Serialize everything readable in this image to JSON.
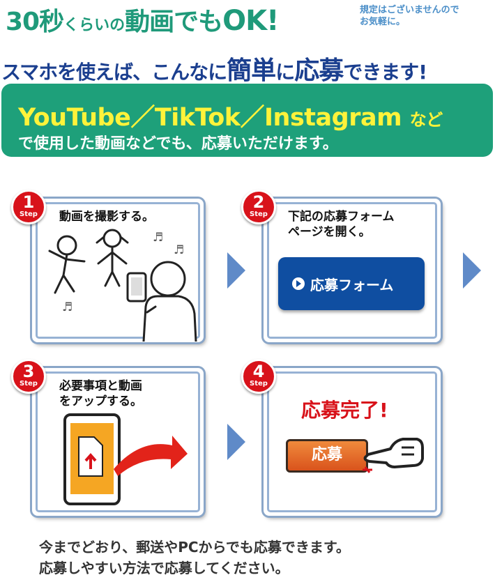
{
  "header": {
    "headline_big": "30秒",
    "headline_mid": "くらいの",
    "headline_big2": "動画でも",
    "headline_ok": "OK!",
    "note_line1": "規定はございませんので",
    "note_line2": "お気軽に。",
    "sub_pre": "スマホを使えば、こんなに",
    "sub_em1": "簡単",
    "sub_mid": "に",
    "sub_em2": "応募",
    "sub_post": "できます!"
  },
  "banner": {
    "platforms": "YouTube／TikTok／Instagram",
    "platforms_suffix": "など",
    "description": "で使用した動画などでも、応募いただけます。"
  },
  "steps": [
    {
      "number": "1",
      "step_label": "Step",
      "text": "動画を撮影する。"
    },
    {
      "number": "2",
      "step_label": "Step",
      "text_line1": "下記の応募フォーム",
      "text_line2": "ページを開く。"
    },
    {
      "number": "3",
      "step_label": "Step",
      "text_line1": "必要事項と動画",
      "text_line2": "をアップする。"
    },
    {
      "number": "4",
      "step_label": "Step",
      "text": "応募完了!"
    }
  ],
  "form_button": {
    "label": "応募フォーム",
    "icon": "play-circle-icon"
  },
  "apply_button": {
    "label": "応募"
  },
  "music_notes": [
    "♬",
    "♬",
    "♬"
  ],
  "footer": {
    "line1": "今までどおり、郵送やPCからでも応募できます。",
    "line2": "応募しやすい方法で応募してください。"
  },
  "colors": {
    "green": "#1ea07a",
    "navy": "#1b3f8f",
    "red": "#d8121a",
    "yellow": "#fff33a",
    "form_blue": "#0f4ea1",
    "arrow_blue": "#5f8ac8"
  }
}
